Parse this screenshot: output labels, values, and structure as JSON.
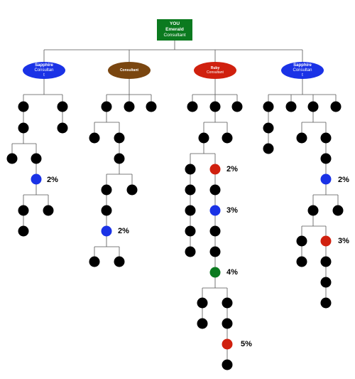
{
  "root": {
    "line1": "YOU",
    "line2": "Emerald",
    "line3": "Consultant",
    "color": "#0b7a1f"
  },
  "branches": [
    {
      "lines": [
        "Sapphire",
        "Consultan",
        "t"
      ],
      "color": "#1a32e6"
    },
    {
      "lines": [
        "Consultant"
      ],
      "color": "#7a4610"
    },
    {
      "lines": [
        "Ruby",
        "Consultant"
      ],
      "color": "#d0200e"
    },
    {
      "lines": [
        "Sapphire",
        "Consultan",
        "t"
      ],
      "color": "#1a32e6"
    }
  ],
  "node_colors": {
    "black": "#000000",
    "blue": "#1a32e6",
    "red": "#d0200e",
    "green": "#0b7a1f"
  },
  "percent_labels": [
    "2%",
    "2%",
    "2%",
    "3%",
    "4%",
    "5%",
    "2%",
    "3%"
  ]
}
